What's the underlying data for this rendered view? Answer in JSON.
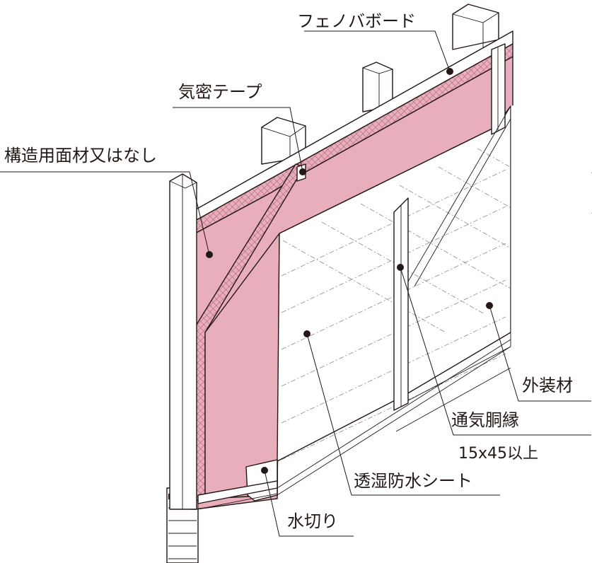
{
  "labels": {
    "phenol_board": "フェノバボード",
    "airtight_tape": "気密テープ",
    "structural_panel": "構造用面材又はなし",
    "cladding": "外装材",
    "furring_strip": "通気胴縁",
    "furring_spec": "15x45以上",
    "moisture_sheet": "透湿防水シート",
    "flashing": "水切り"
  },
  "colors": {
    "insulation_pink": "#e9aebb",
    "insulation_pink_dark": "#d98ea0",
    "line": "#231815",
    "membrane_dash": "#8a8a8a",
    "background": "#ffffff"
  }
}
